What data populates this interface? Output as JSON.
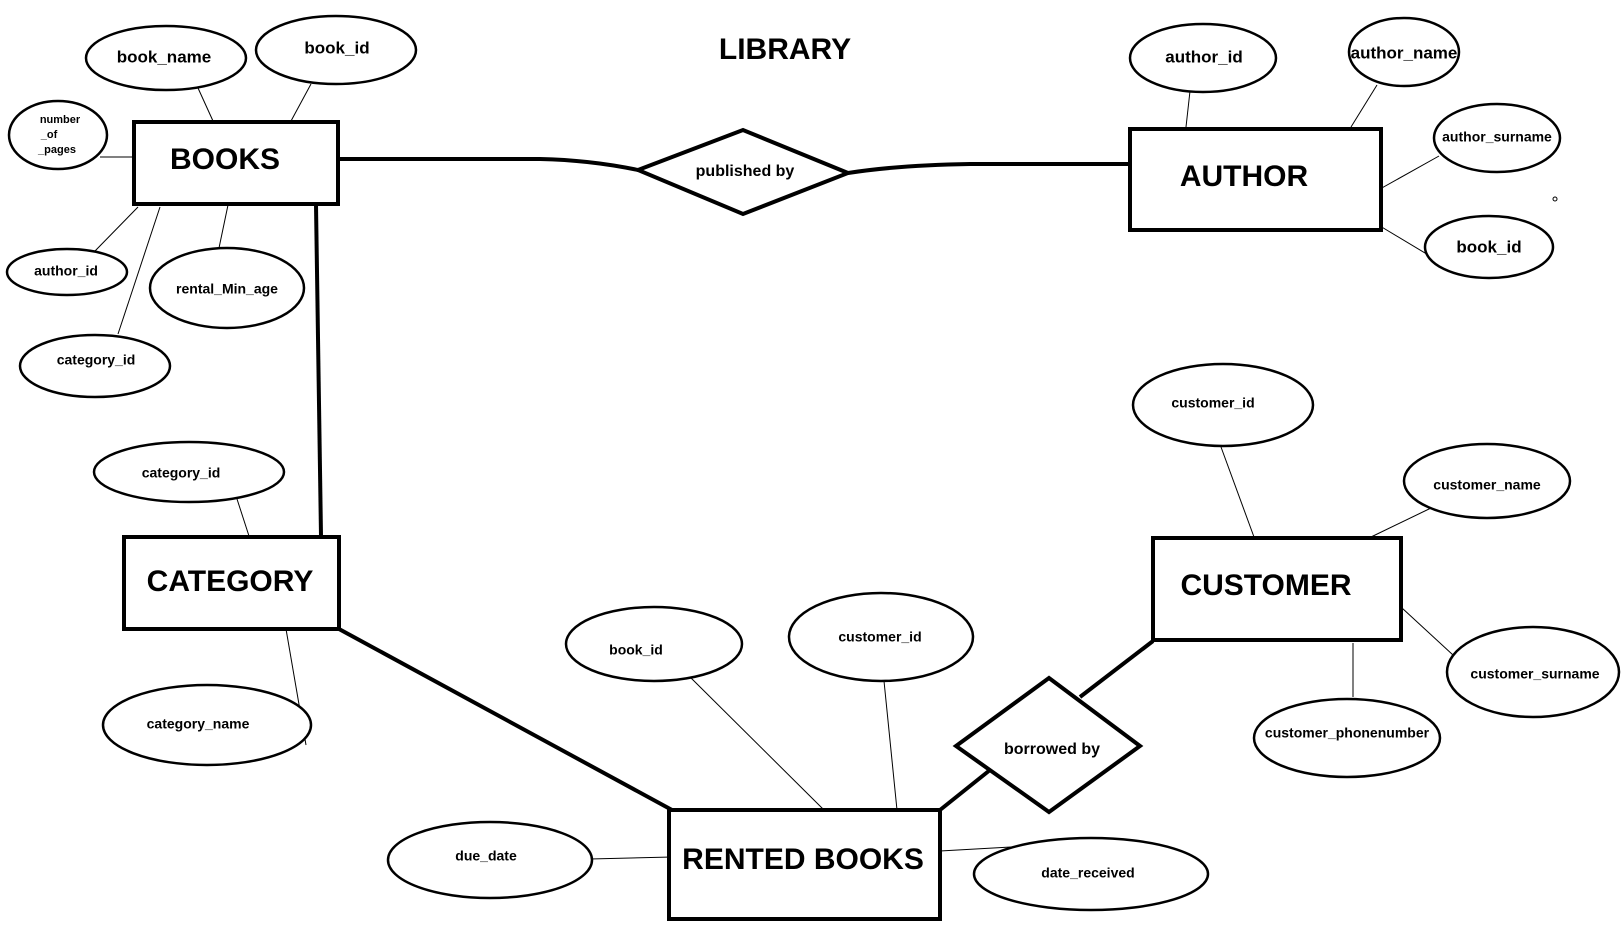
{
  "title": "LIBRARY",
  "entities": {
    "books": "BOOKS",
    "author": "AUTHOR",
    "category": "CATEGORY",
    "customer": "CUSTOMER",
    "rented_books": "RENTED BOOKS"
  },
  "relationships": {
    "published_by": "published by",
    "borrowed_by": "borrowed by"
  },
  "attributes": {
    "books": {
      "book_name": "book_name",
      "book_id": "book_id",
      "number_of_pages": [
        "number",
        "_of",
        "_pages"
      ],
      "author_id": "author_id",
      "rental_min_age": "rental_Min_age",
      "category_id": "category_id"
    },
    "author": {
      "author_id": "author_id",
      "author_name": "author_name",
      "author_surname": "author_surname",
      "book_id": "book_id"
    },
    "category": {
      "category_id": "category_id",
      "category_name": "category_name"
    },
    "customer": {
      "customer_id": "customer_id",
      "customer_name": "customer_name",
      "customer_surname": "customer_surname",
      "customer_phonenumber": "customer_phonenumber"
    },
    "rented_books": {
      "book_id": "book_id",
      "customer_id": "customer_id",
      "due_date": "due_date",
      "date_received": "date_received"
    }
  }
}
